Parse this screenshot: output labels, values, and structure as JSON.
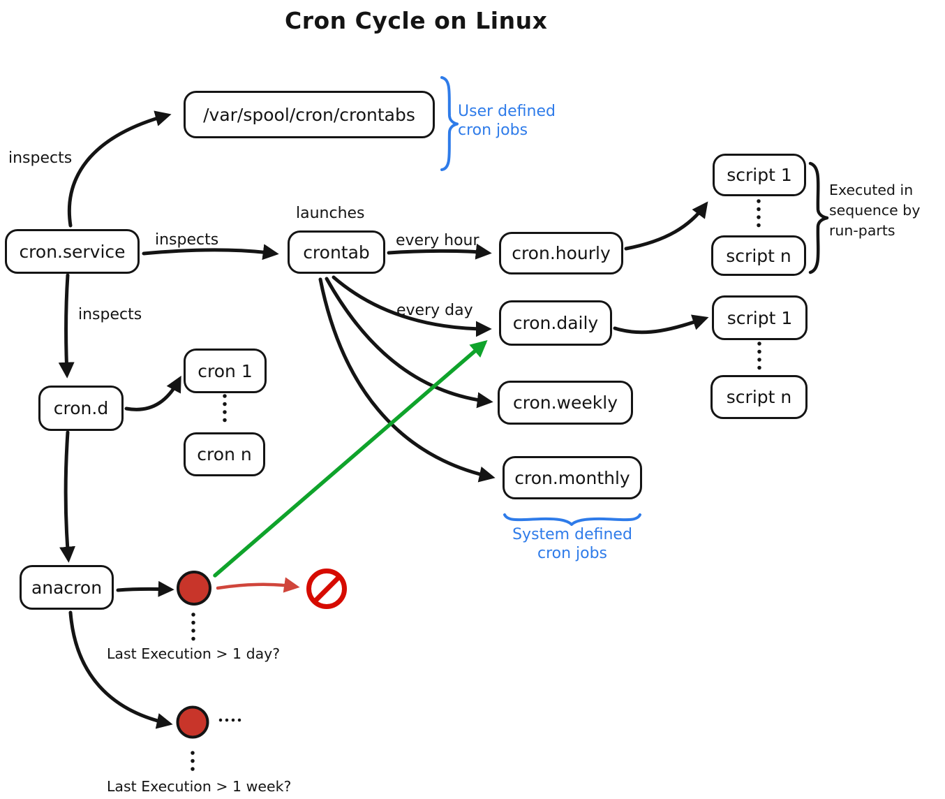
{
  "title": "Cron Cycle on Linux",
  "colors": {
    "blue": "#2e7be9",
    "green": "#0fa32b",
    "red": "#d60b00",
    "soft_red": "#d0453b",
    "circle_red": "#c8352a",
    "ink": "#141414"
  },
  "nodes": {
    "crontabs_file": "/var/spool/cron/crontabs",
    "cron_service": "cron.service",
    "crontab": "crontab",
    "cron_hourly": "cron.hourly",
    "cron_daily": "cron.daily",
    "cron_weekly": "cron.weekly",
    "cron_monthly": "cron.monthly",
    "cron_d": "cron.d",
    "anacron": "anacron",
    "cron_1": "cron 1",
    "cron_n": "cron n",
    "hourly_script_1": "script 1",
    "hourly_script_n": "script n",
    "daily_script_1": "script 1",
    "daily_script_n": "script n"
  },
  "edge_labels": {
    "inspects": "inspects",
    "launches": "launches",
    "every_hour": "every hour",
    "every_day": "every day"
  },
  "annotations": {
    "user_defined": [
      "User defined",
      "cron jobs"
    ],
    "system_defined": [
      "System defined",
      "cron jobs"
    ],
    "run_parts": [
      "Executed in",
      "sequence by",
      "run-parts"
    ],
    "last_exec_day": "Last Execution > 1 day?",
    "last_exec_week": "Last Execution > 1 week?"
  }
}
